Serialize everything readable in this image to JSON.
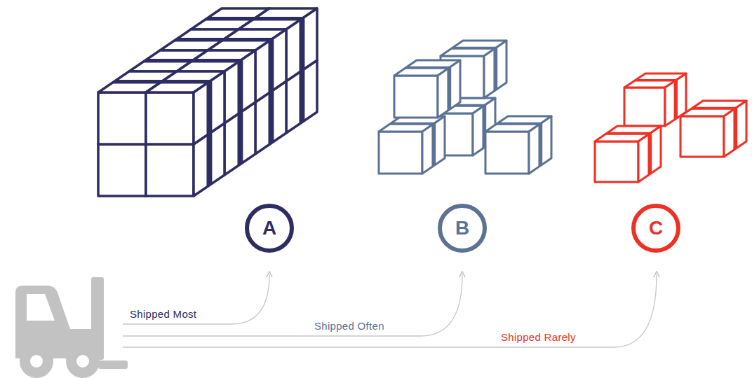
{
  "diagram": {
    "nodes": [
      {
        "text": [
          "A"
        ]
      },
      {
        "text": [
          "B"
        ]
      },
      {
        "text": [
          "C"
        ]
      }
    ],
    "labels": [
      "Shipped Most",
      "Shipped Often",
      "Shipped Rarely"
    ]
  }
}
